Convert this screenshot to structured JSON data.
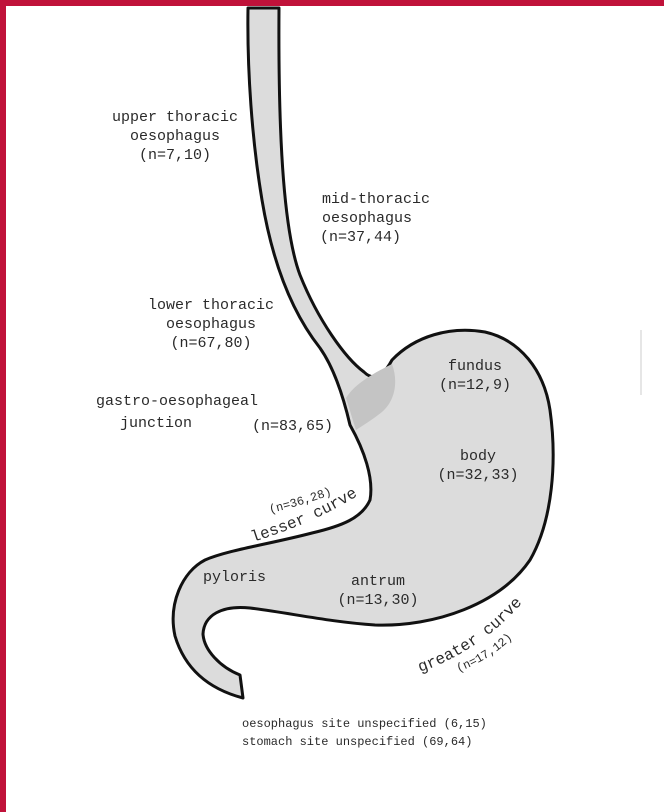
{
  "regions": {
    "upper_thoracic": {
      "name_line1": "upper thoracic",
      "name_line2": "oesophagus",
      "count": "(n=7,10)"
    },
    "mid_thoracic": {
      "name_line1": "mid-thoracic",
      "name_line2": "oesophagus",
      "count": "(n=37,44)"
    },
    "lower_thoracic": {
      "name_line1": "lower thoracic",
      "name_line2": "oesophagus",
      "count": "(n=67,80)"
    },
    "ge_junction": {
      "name_line1": "gastro-oesophageal",
      "name_line2": "junction",
      "count": "(n=83,65)"
    },
    "fundus": {
      "name": "fundus",
      "count": "(n=12,9)"
    },
    "body": {
      "name": "body",
      "count": "(n=32,33)"
    },
    "lesser_curve": {
      "name": "lesser curve",
      "count": "(n=36,28)"
    },
    "pyloris": {
      "name": "pyloris"
    },
    "antrum": {
      "name": "antrum",
      "count": "(n=13,30)"
    },
    "greater_curve": {
      "name": "greater curve",
      "count": "(n=17,12)"
    }
  },
  "footnotes": {
    "oesophagus": "oesophagus site unspecified (6,15)",
    "stomach": "stomach site unspecified (69,64)"
  },
  "colors": {
    "frame": "#c0123a",
    "organ_fill": "#dcdcdc",
    "ge_junction_fill": "#c4c4c4",
    "outline": "#111111"
  }
}
